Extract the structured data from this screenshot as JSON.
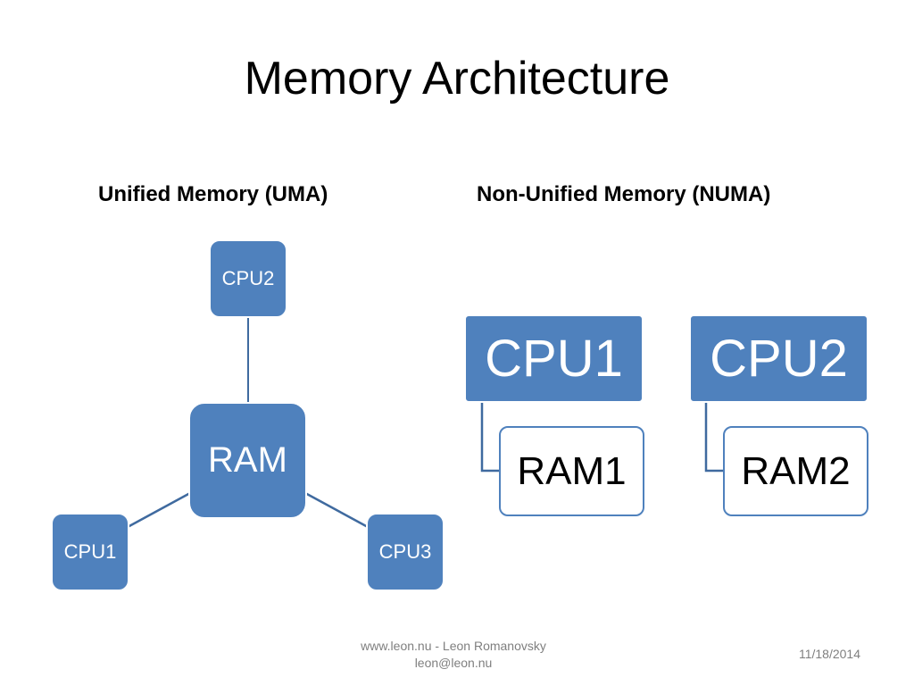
{
  "slide": {
    "title": "Memory Architecture",
    "uma_heading": "Unified Memory (UMA)",
    "numa_heading": "Non-Unified Memory (NUMA)"
  },
  "uma": {
    "cpu2": "CPU2",
    "ram": "RAM",
    "cpu1": "CPU1",
    "cpu3": "CPU3"
  },
  "numa": {
    "cpu1": "CPU1",
    "ram1": "RAM1",
    "cpu2": "CPU2",
    "ram2": "RAM2"
  },
  "footer": {
    "line1": "www.leon.nu - Leon Romanovsky",
    "line2": "leon@leon.nu",
    "date": "11/18/2014"
  },
  "colors": {
    "box_fill": "#4f81bd",
    "connector": "#3f6a9f"
  }
}
